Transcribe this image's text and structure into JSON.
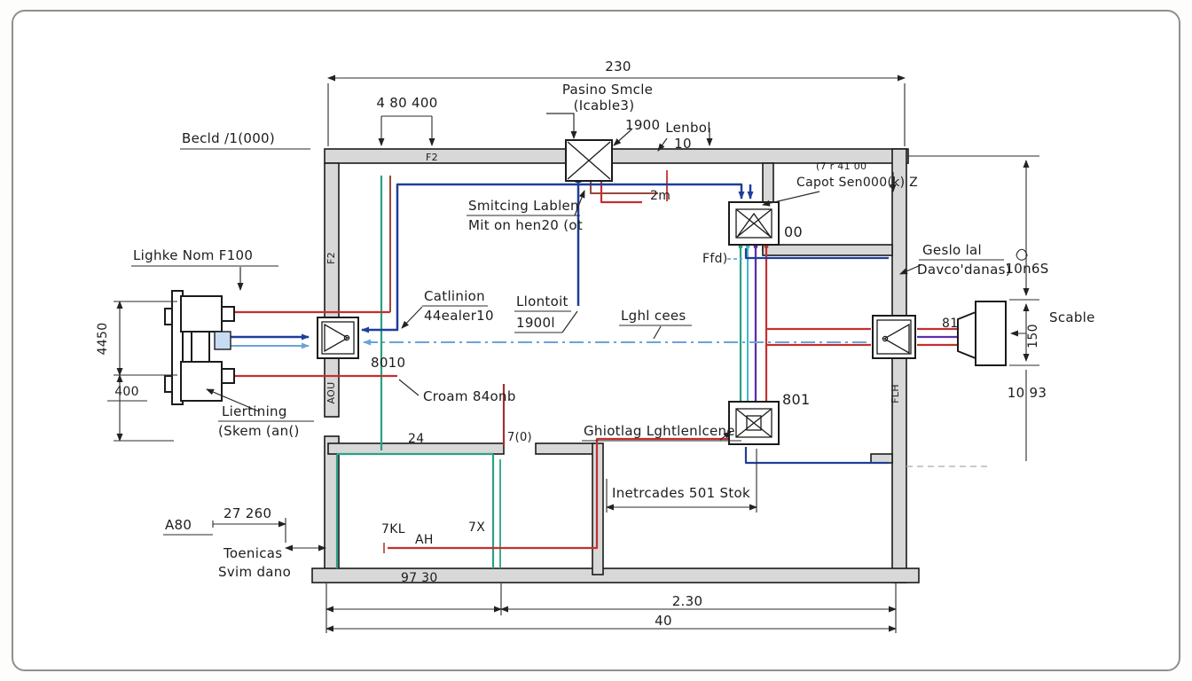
{
  "title": "Electrical lighting wiring floor plan",
  "colors": {
    "wall_fill": "#d8d8d8",
    "navy": "#1e3e9c",
    "red": "#c43030",
    "dark_red": "#a03030",
    "maroon": "#98463c",
    "light_blue": "#6aa4d8",
    "teal": "#2aa185",
    "cyan": "#44b8c8",
    "purple": "#5a2fae",
    "green_text": "#55b465",
    "blue_text": "#3a93cc",
    "dim_line": "#2b2b2b"
  },
  "labels": {
    "top_dim": "230",
    "passing1": "Pasino Smcle",
    "passing2": "(Icable3)",
    "dim_480400": "4 80 400",
    "becld": "Becld /1(000)",
    "v1900": "1900",
    "lenbol": "Lenbol",
    "lenbol2": "10",
    "f2_top": "F2",
    "capot1": "(7 r 41 00",
    "capot2": "Capot Sen000(k) Z",
    "smitcing1": "Smitcing Lablen",
    "smitcing2": "Mit on hen20 (ot",
    "m2": "2m",
    "b00": "00",
    "ffd": "Ffd)",
    "geslo1": "Geslo lal",
    "geslo2": "Davco'danas)",
    "lighke": "Lighke Nom F100",
    "dim4450": "4450",
    "dim400": "400",
    "liert1": "Liertining",
    "liert2": "(Skem (an()",
    "catlinion1": "Catlinion",
    "catlinion2": "44ealer10",
    "llontoit1": "Llontoit",
    "llontoit2": "1900l",
    "b8010": "8010",
    "croam": "Croam 84onb",
    "lghl": "Lghl cees",
    "b801": "801",
    "ghiotlag": "Ghiotlag Lghtlenlcene",
    "inetr": "Inetrcades 501 Stok",
    "scable": "Scable",
    "d10n6s": "10n6S",
    "d150": "150",
    "d1093": "10 93",
    "d81": "81",
    "a80": "A80",
    "d27260": "27 260",
    "toen1": "Toenicas",
    "toen2": "Svim dano",
    "g7kl": "7KL",
    "gah": "AH",
    "g7x": "7X",
    "d9730": "97 30",
    "d230b": "2.30",
    "d40": "40",
    "d24": "24",
    "d700": "7(0)",
    "f2_left": "F2",
    "aou": "AOU",
    "flh": "FLH"
  }
}
